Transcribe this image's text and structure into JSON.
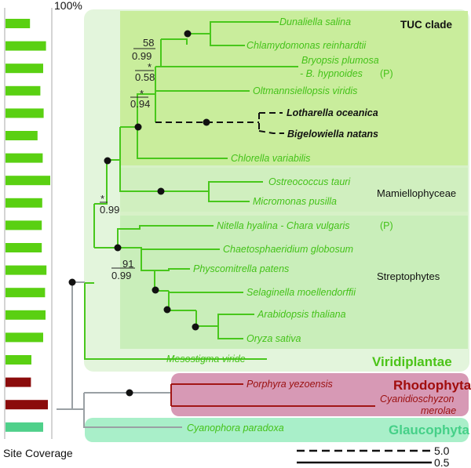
{
  "coverage": {
    "top_label": "100%",
    "bottom_label": "Site Coverage",
    "colors": {
      "green": "#5ad012",
      "red": "#8b0c0c",
      "teal": "#4fd08a"
    },
    "bars": [
      {
        "value": 0.52,
        "color": "green"
      },
      {
        "value": 0.86,
        "color": "green"
      },
      {
        "value": 0.8,
        "color": "green"
      },
      {
        "value": 0.74,
        "color": "green"
      },
      {
        "value": 0.81,
        "color": "green"
      },
      {
        "value": 0.68,
        "color": "green"
      },
      {
        "value": 0.79,
        "color": "green"
      },
      {
        "value": 0.95,
        "color": "green"
      },
      {
        "value": 0.78,
        "color": "green"
      },
      {
        "value": 0.77,
        "color": "green"
      },
      {
        "value": 0.77,
        "color": "green"
      },
      {
        "value": 0.87,
        "color": "green"
      },
      {
        "value": 0.84,
        "color": "green"
      },
      {
        "value": 0.85,
        "color": "green"
      },
      {
        "value": 0.8,
        "color": "green"
      },
      {
        "value": 0.55,
        "color": "green"
      },
      {
        "value": 0.54,
        "color": "red"
      },
      {
        "value": 0.9,
        "color": "red"
      },
      {
        "value": 0.8,
        "color": "teal"
      }
    ]
  },
  "groups": {
    "tuc": "TUC clade",
    "mamiello": "Mamiellophyceae",
    "strepto": "Streptophytes",
    "viridi": "Viridiplantae",
    "rhodo": "Rhodophyta",
    "glauco": "Glaucophyta"
  },
  "taxa": {
    "dunaliella": "Dunaliella salina",
    "chlamy": "Chlamydomonas reinhardtii",
    "bryopsis": "Bryopsis plumosa",
    "bryopsis2": "- B. hypnoides",
    "bryopsis_p": "(P)",
    "oltmann": "Oltmannsiellopsis viridis",
    "lotharella": "Lotharella oceanica",
    "bigelowiella": "Bigelowiella natans",
    "chlorella": "Chlorella variabilis",
    "ostreococcus": "Ostreococcus tauri",
    "micromonas": "Micromonas pusilla",
    "nitella": "Nitella hyalina - Chara vulgaris",
    "nitella_p": "(P)",
    "chaeto": "Chaetosphaeridium globosum",
    "physco": "Physcomitrella patens",
    "selaginella": "Selaginella moellendorffii",
    "arabidopsis": "Arabidopsis thaliana",
    "oryza": "Oryza sativa",
    "mesostigma": "Mesostigma viride",
    "porphyra": "Porphyra yezoensis",
    "cyanidio1": "Cyanidioschyzon",
    "cyanidio2": "merolae",
    "cyanophora": "Cyanophora paradoxa"
  },
  "support": [
    {
      "top": "58",
      "bottom": "0.99"
    },
    {
      "top": "*",
      "bottom": "0.58"
    },
    {
      "top": "*",
      "bottom": "0.94"
    },
    {
      "top": "*",
      "bottom": "0.99"
    },
    {
      "top": "91",
      "bottom": "0.99"
    }
  ],
  "scale": {
    "dashed": "5.0",
    "solid": "0.5"
  }
}
